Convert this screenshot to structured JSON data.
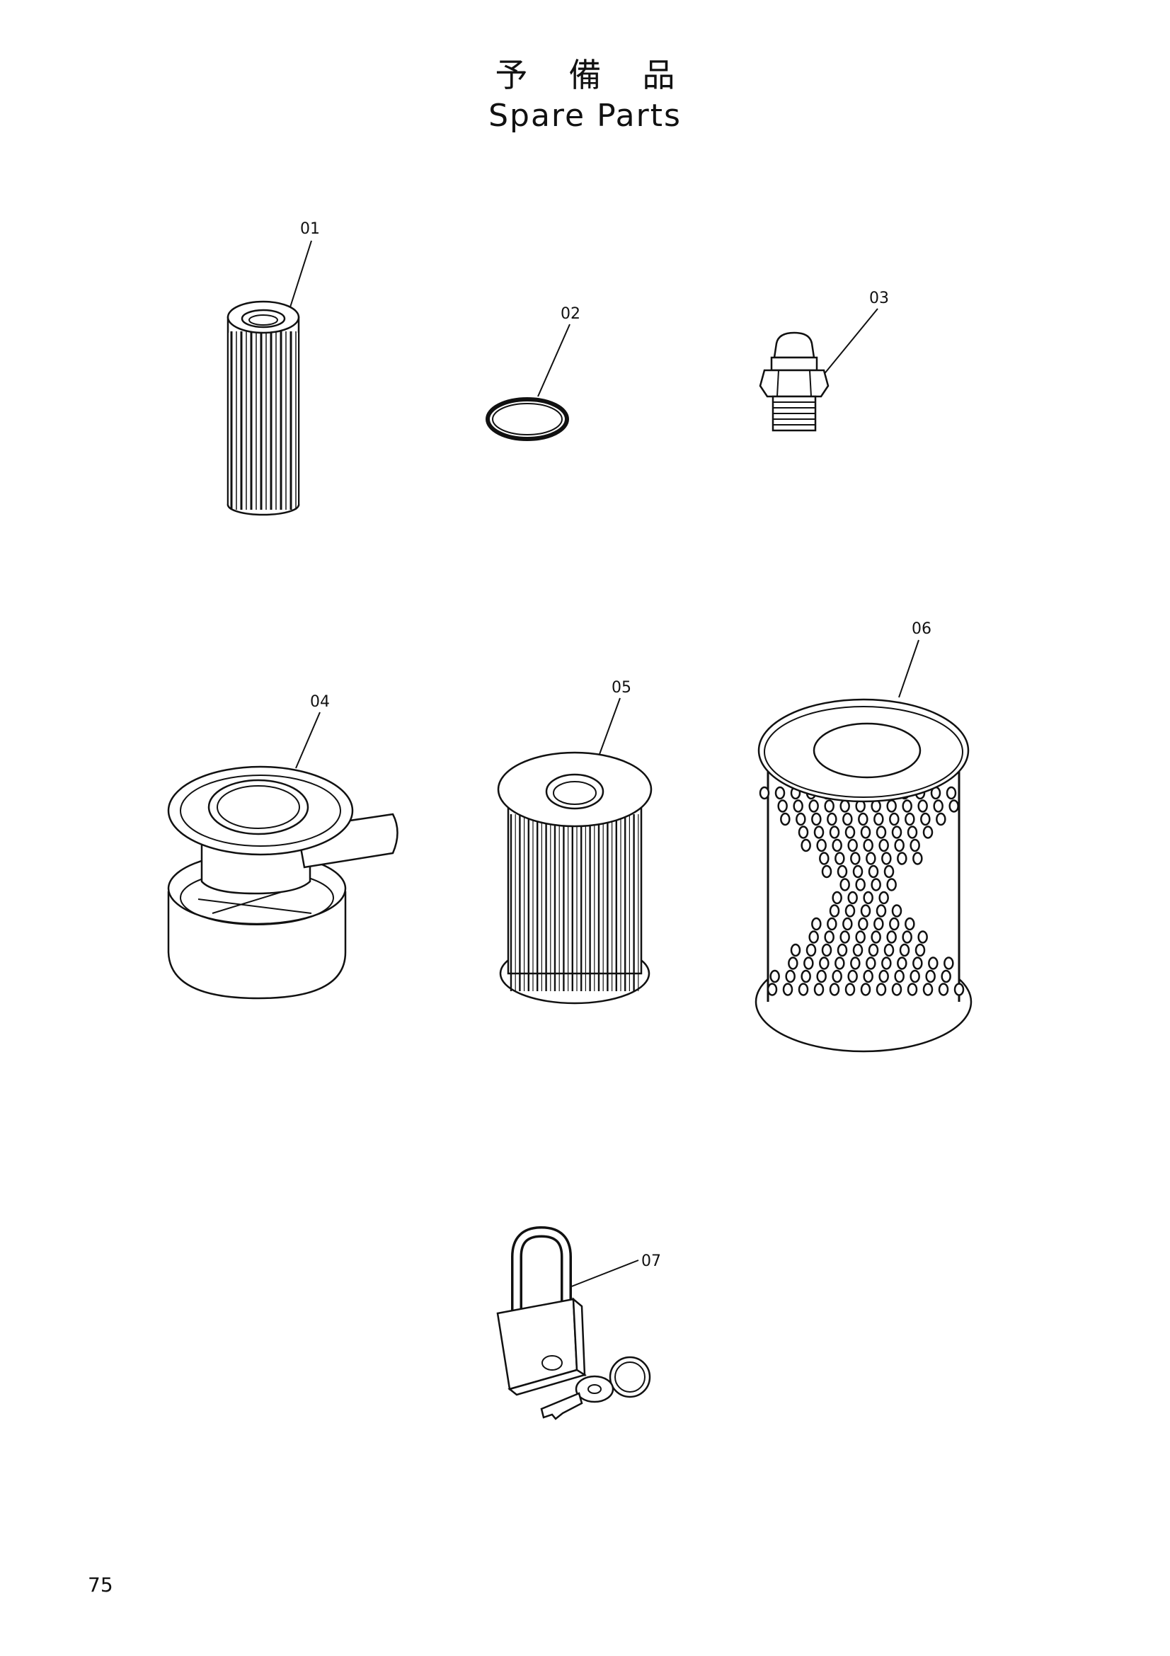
{
  "header": {
    "title_jp": "予備品",
    "title_en": "Spare Parts"
  },
  "parts": [
    {
      "callout": "01",
      "icon": "cylindrical-filter-icon"
    },
    {
      "callout": "02",
      "icon": "o-ring-icon"
    },
    {
      "callout": "03",
      "icon": "grease-nipple-icon"
    },
    {
      "callout": "04",
      "icon": "seal-tape-icon"
    },
    {
      "callout": "05",
      "icon": "pleated-filter-element-icon"
    },
    {
      "callout": "06",
      "icon": "perforated-strainer-icon"
    },
    {
      "callout": "07",
      "icon": "padlock-with-key-icon"
    }
  ],
  "footer": {
    "page_number": "75"
  }
}
